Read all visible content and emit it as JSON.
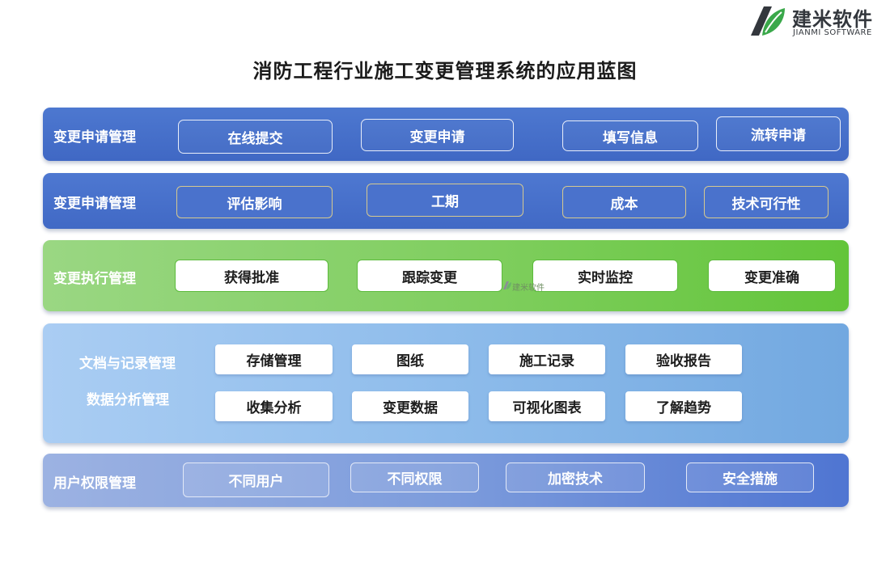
{
  "brand": {
    "logo_cn": "建米软件",
    "logo_en": "JIANMI SOFTWARE",
    "colors": {
      "dark": "#33373d",
      "green": "#3aa84a"
    }
  },
  "title": "消防工程行业施工变更管理系统的应用蓝图",
  "rows": [
    {
      "label": "变更申请管理",
      "items": [
        "在线提交",
        "变更申请",
        "填写信息",
        "流转申请"
      ],
      "color": "#4670c9"
    },
    {
      "label": "变更申请管理",
      "items": [
        "评估影响",
        "工期",
        "成本",
        "技术可行性"
      ],
      "color": "#4670c9"
    },
    {
      "label": "变更执行管理",
      "items": [
        "获得批准",
        "跟踪变更",
        "实时监控",
        "变更准确"
      ],
      "color": "#7fce5e"
    },
    {
      "labels": [
        "文档与记录管理",
        "数据分析管理"
      ],
      "items": [
        "存储管理",
        "图纸",
        "施工记录",
        "验收报告",
        "收集分析",
        "变更数据",
        "可视化图表",
        "了解趋势"
      ],
      "color": "#8ebceb"
    },
    {
      "label": "用户权限管理",
      "items": [
        "不同用户",
        "不同权限",
        "加密技术",
        "安全措施"
      ],
      "color": "#7d9cdc"
    }
  ],
  "watermark": "建米软件"
}
